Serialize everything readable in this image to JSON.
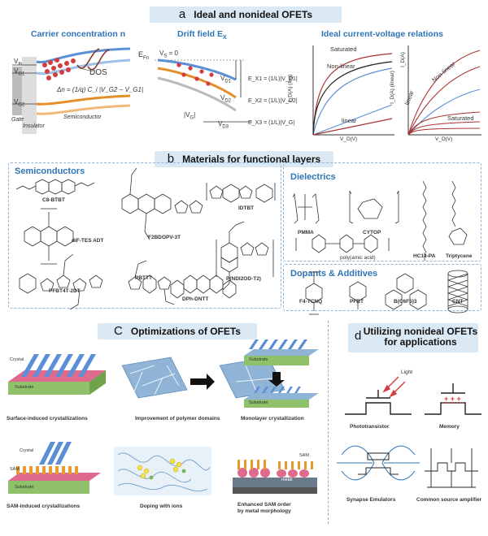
{
  "panel_a": {
    "letter": "a",
    "title": "Ideal and nonideal OFETs",
    "carrier_heading": "Carrier concentration n",
    "drift_heading": "Drift field E",
    "drift_sub": "X",
    "iv_heading": "Ideal current-voltage relations",
    "vth": "V",
    "vth_sub": "th",
    "vg1": "V",
    "vg1_sub": "G1",
    "vg2": "V",
    "vg2_sub": "G2",
    "dos": "DOS",
    "efn": "E",
    "efn_sub": "Fn",
    "vs": "V",
    "vs_sub": "S",
    "vs_val": " = 0",
    "vd1": "V",
    "vd1_sub": "D1",
    "vd2": "V",
    "vd2_sub": "D2",
    "vd3": "V",
    "vd3_sub": "D3",
    "vg_abs": "|V",
    "vg_abs_sub": "G",
    "vg_abs_end": "|",
    "formula": "Δn = (1/q) C_i |V_G2 − V_G1|",
    "ex1": "E_X1 = (1/L)|V_D1|",
    "ex2": "E_X2 = (1/L)|V_D2|",
    "ex3": "E_X3 = (1/L)|V_G|",
    "gate": "Gate",
    "insulator": "Insulator",
    "semiconductor": "Semiconductor",
    "iv1_ylabel": "I_D(A) (log)",
    "iv1_ylabel2": "I_D(A) (linear)",
    "iv1_xlabel": "V_D(V)",
    "iv1_saturated": "Saturated",
    "iv1_nonlinear": "Non-linear",
    "iv1_linear": "linear",
    "iv2_ylabel": "I_D(A)",
    "iv2_xlabel": "V_D(V)",
    "iv2_nonlinear": "Non-linear",
    "iv2_linear": "linear",
    "iv2_saturated": "Saturated"
  },
  "panel_b": {
    "letter": "b",
    "title": "Materials for functional layers",
    "semiconductors": "Semiconductors",
    "dielectrics": "Dielectrics",
    "dopants": "Dopants & Additives",
    "molecules": {
      "c8btbt": "C8-BTBT",
      "f2bdopv": "F2BDOPV-3T",
      "idtbt": "IDTBT",
      "diftes": "diF-TES ADT",
      "pndi": "P(NDI2OD-T2)",
      "pbttt": "PBTTT",
      "pfbt": "PFBT4T-2DT",
      "dphdntt": "DPh-DNTT",
      "pmma": "PMMA",
      "cytop": "CYTOP",
      "paa": "poly(amic acid)",
      "hc14": "HC14-PA",
      "tript": "Triptycene",
      "f4tcnq": "F4-TCNQ",
      "pfbt_dop": "PFBT",
      "bc6f5": "B(C6F5)3",
      "cnt": "CNT"
    }
  },
  "panel_c": {
    "letter": "C",
    "title": "Optimizations of OFETs",
    "items": [
      {
        "label": "Surface-induced crystallizations"
      },
      {
        "label": "Improvement  of polymer domains"
      },
      {
        "label": "Monolayer crystallization"
      },
      {
        "label": "SAM-induced crystallizations"
      },
      {
        "label": "Doping with ions"
      },
      {
        "label": "Enhanced SAM order\nby metal morphology"
      }
    ],
    "crystal": "Crystal",
    "substrate": "Substrate",
    "sam": "SAM",
    "metal": "metal"
  },
  "panel_d": {
    "letter": "d",
    "title_line1": "Utilizing nonideal OFETs",
    "title_line2": "for applications",
    "light": "Light",
    "items": [
      {
        "label": "Phototransistor"
      },
      {
        "label": "Memory"
      },
      {
        "label": "Synapse Emulators"
      },
      {
        "label": "Common source amplifier"
      }
    ]
  },
  "colors": {
    "title_bg": "#dbe9f5",
    "section_blue": "#2e75b6",
    "dash": "#8fb4d6",
    "blue_band": "#5b8fd6",
    "orange_band": "#e3902c",
    "electron_red": "#d63c3c",
    "substrate_green": "#8fc16a"
  }
}
